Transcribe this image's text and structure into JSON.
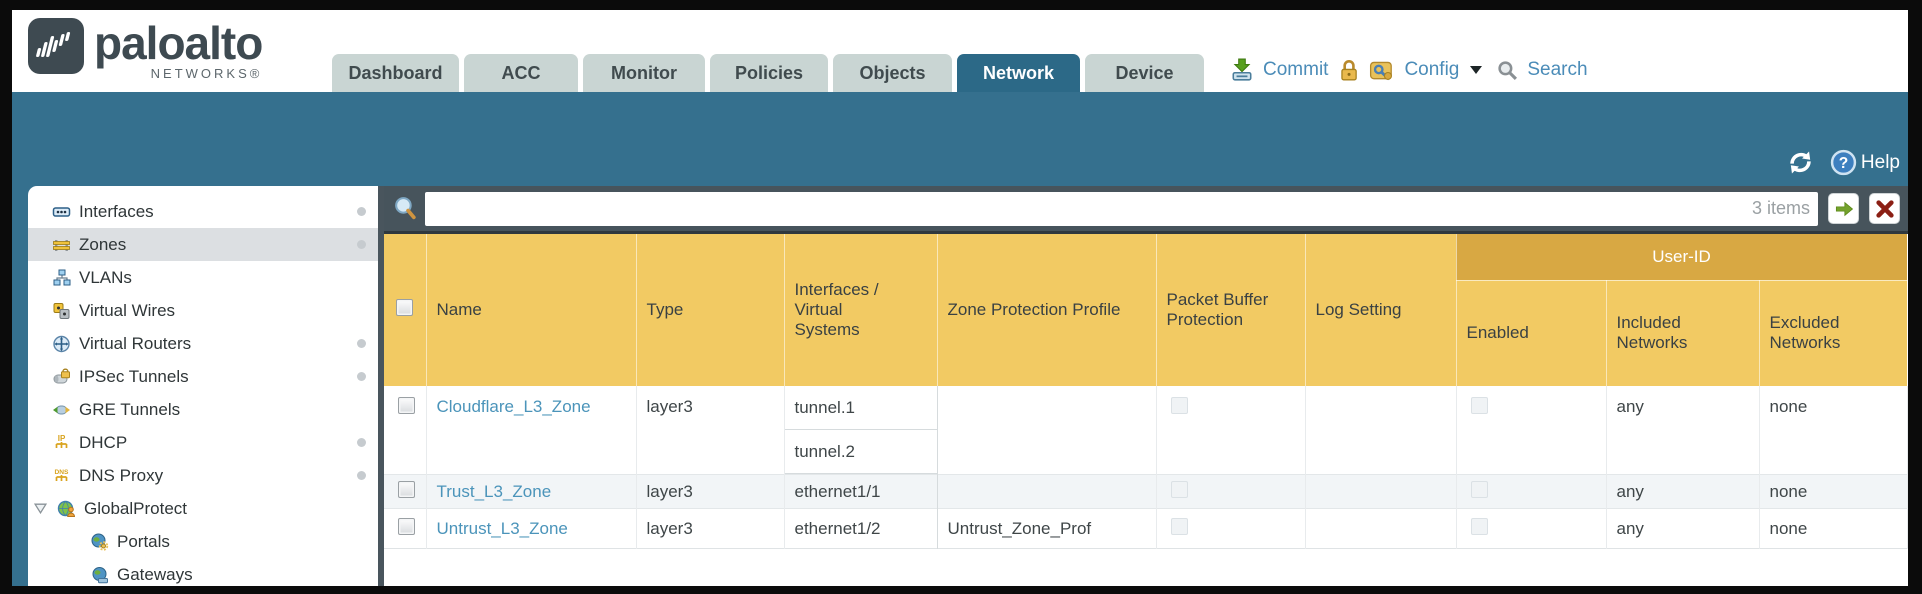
{
  "brand": {
    "name": "paloalto",
    "subtitle": "NETWORKS®"
  },
  "nav": {
    "tabs": [
      {
        "label": "Dashboard"
      },
      {
        "label": "ACC"
      },
      {
        "label": "Monitor"
      },
      {
        "label": "Policies"
      },
      {
        "label": "Objects"
      },
      {
        "label": "Network"
      },
      {
        "label": "Device"
      }
    ],
    "active_tab": "Network",
    "actions": {
      "commit": "Commit",
      "config": "Config",
      "search": "Search"
    }
  },
  "toolbar": {
    "help": "Help"
  },
  "sidebar": {
    "items": [
      {
        "label": "Interfaces"
      },
      {
        "label": "Zones"
      },
      {
        "label": "VLANs"
      },
      {
        "label": "Virtual Wires"
      },
      {
        "label": "Virtual Routers"
      },
      {
        "label": "IPSec Tunnels"
      },
      {
        "label": "GRE Tunnels"
      },
      {
        "label": "DHCP"
      },
      {
        "label": "DNS Proxy"
      },
      {
        "label": "GlobalProtect"
      },
      {
        "label": "Portals"
      },
      {
        "label": "Gateways"
      }
    ],
    "selected": "Zones"
  },
  "filterbar": {
    "count": "3 items"
  },
  "table": {
    "headers": {
      "name": "Name",
      "type": "Type",
      "interfaces": "Interfaces / Virtual Systems",
      "zone_protection": "Zone Protection Profile",
      "packet_buffer": "Packet Buffer Protection",
      "log_setting": "Log Setting",
      "group": "User-ID",
      "enabled": "Enabled",
      "included": "Included Networks",
      "excluded": "Excluded Networks"
    },
    "rows": [
      {
        "name": "Cloudflare_L3_Zone",
        "type": "layer3",
        "interface_1": "tunnel.1",
        "interface_2": "tunnel.2",
        "zone_protection": "",
        "log_setting": "",
        "included": "any",
        "excluded": "none"
      },
      {
        "name": "Trust_L3_Zone",
        "type": "layer3",
        "interface_1": "ethernet1/1",
        "zone_protection": "",
        "log_setting": "",
        "included": "any",
        "excluded": "none"
      },
      {
        "name": "Untrust_L3_Zone",
        "type": "layer3",
        "interface_1": "ethernet1/2",
        "zone_protection": "Untrust_Zone_Prof",
        "log_setting": "",
        "included": "any",
        "excluded": "none"
      }
    ]
  },
  "colors": {
    "teal_band": "#35708e",
    "active_tab": "#2c6987",
    "amber_header": "#f2ca63",
    "amber_group_band": "#d8a843",
    "slate_bar": "#47545c",
    "link_blue": "#4b94ba"
  }
}
